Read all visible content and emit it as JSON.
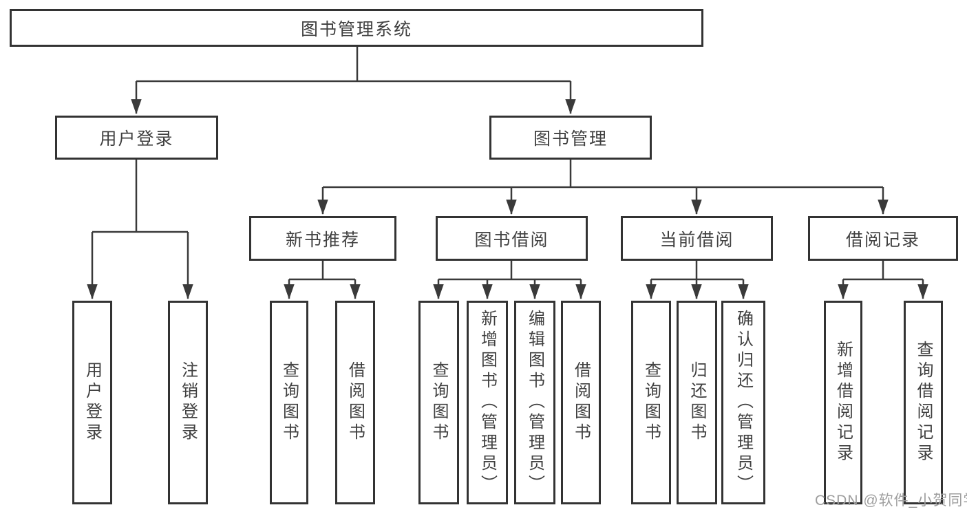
{
  "tree": {
    "root": "图书管理系统",
    "branches": [
      {
        "label": "用户登录",
        "children": [
          "用户登录",
          "注销登录"
        ]
      },
      {
        "label": "图书管理",
        "groups": [
          {
            "label": "新书推荐",
            "children": [
              "查询图书",
              "借阅图书"
            ]
          },
          {
            "label": "图书借阅",
            "children": [
              "查询图书",
              "新增图书（管理员）",
              "编辑图书（管理员）",
              "借阅图书"
            ]
          },
          {
            "label": "当前借阅",
            "children": [
              "查询图书",
              "归还图书",
              "确认归还（管理员）"
            ]
          },
          {
            "label": "借阅记录",
            "children": [
              "新增借阅记录",
              "查询借阅记录"
            ]
          }
        ]
      }
    ]
  },
  "watermark": "CSDN @软件_小贺同学",
  "colors": {
    "line": "#3a3a3a",
    "border": "#333333",
    "text": "#404040",
    "watermark": "#9e9e9e",
    "background": "#ffffff"
  }
}
